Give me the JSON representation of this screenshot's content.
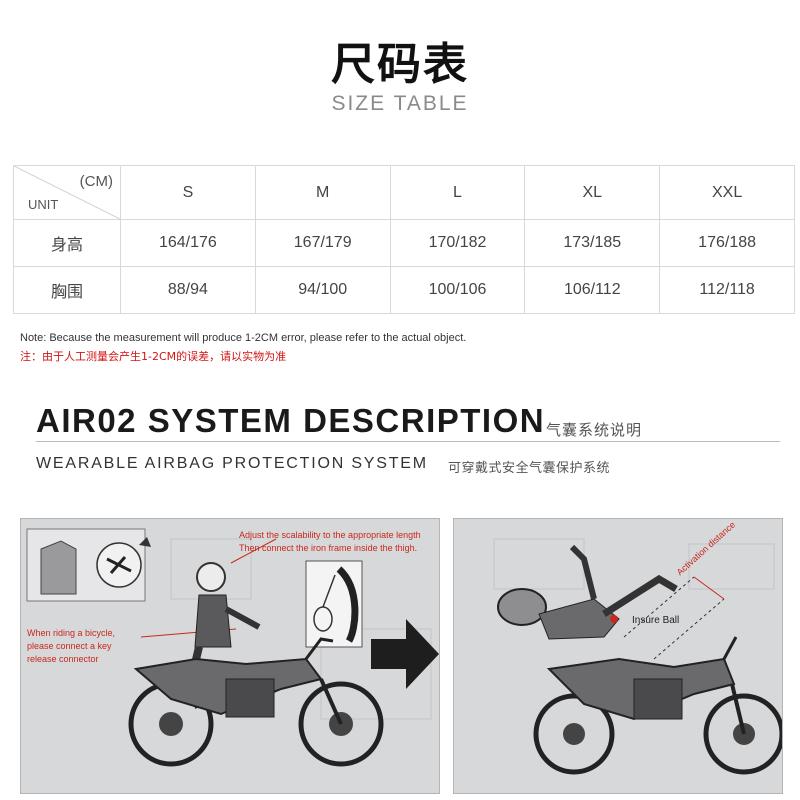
{
  "header": {
    "title_cn": "尺码表",
    "title_en": "SIZE TABLE"
  },
  "size_table": {
    "unit_cm": "(CM)",
    "unit_label": "UNIT",
    "columns": [
      "S",
      "M",
      "L",
      "XL",
      "XXL"
    ],
    "rows": [
      {
        "label": "身高",
        "values": [
          "164/176",
          "167/179",
          "170/182",
          "173/185",
          "176/188"
        ]
      },
      {
        "label": "胸围",
        "values": [
          "88/94",
          "94/100",
          "100/106",
          "106/112",
          "112/118"
        ]
      }
    ]
  },
  "notes": {
    "en": "Note: Because the measurement will produce 1-2CM error, please refer to the actual object.",
    "cn": "注：由于人工测量会产生1-2CM的误差，请以实物为准"
  },
  "system": {
    "title": "AIR02 SYSTEM DESCRIPTION",
    "title_cn": "气囊系统说明",
    "subtitle": "WEARABLE AIRBAG PROTECTION SYSTEM",
    "subtitle_cn": "可穿戴式安全气囊保护系统"
  },
  "illustration": {
    "adjust_line1": "Adjust the scalability to the appropriate length",
    "adjust_line2": "Then connect the iron frame inside the thigh.",
    "riding_line1": "When riding a bicycle,",
    "riding_line2": "please connect a key",
    "riding_line3": "release connector",
    "insure_ball": "Insure Ball",
    "activation": "Activation distance",
    "colors": {
      "annotation_red": "#c8281e",
      "panel_bg": "#d7d8da"
    }
  }
}
